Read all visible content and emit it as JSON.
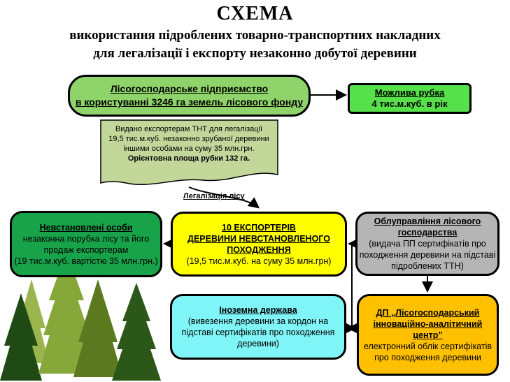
{
  "title": {
    "line1": "СХЕМА",
    "line2": "використання підроблених товарно-транспортних накладних",
    "line3": "для легалізації і експорту незаконно добутої деревини"
  },
  "enterprise": {
    "line1": "Лісогосподарське підприємство",
    "line2": "в користуванні 3246 га земель лісового фонду"
  },
  "logging": {
    "heading": "Можлива рубка",
    "value": "4 тис.м.куб. в рік"
  },
  "document": {
    "line1": "Видано експортерам ТНТ для легалізації",
    "line2": "19,5 тис.м.куб. незаконно зрубаної деревини",
    "line3": "іншими особами на суму 35 млн.грн.",
    "line4": "Орієнтовна площа рубки 132 га."
  },
  "legalization_label": "Легалізація лісу",
  "unknown": {
    "heading": "Невстановлені особи",
    "line1": "незаконна порубка лісу та його",
    "line2": "продаж експортерам",
    "line3": "(19 тис.м.куб. вартістю 35 млн.грн.)"
  },
  "exporters": {
    "heading1": "10 ЕКСПОРТЕРІВ",
    "heading2": "ДЕРЕВИНИ НЕВСТАНОВЛЕНОГО",
    "heading3": "ПОХОДЖЕННЯ",
    "value": "(19,5 тис.м.куб. на суму 35 млн.грн)"
  },
  "forestry": {
    "heading1": "Облуправління лісового",
    "heading2": "господарства",
    "line1": "(видача ПП сертифікатів про",
    "line2": "походження деревини на підставі",
    "line3": "підроблених ТТН)"
  },
  "foreign": {
    "heading": "Іноземна держава",
    "line1": "(вивезення деревини за кордон на",
    "line2": "підставі сертифікатів про походження",
    "line3": "деревини)"
  },
  "dp": {
    "heading1": "ДП „Лісогосподарський",
    "heading2": "інноваційно-аналітичний",
    "heading3": "центр”",
    "line1": "електронний облік сертифікатів",
    "line2": "про походження деревини"
  },
  "colors": {
    "enterprise": "#8fd46a",
    "logging": "#56e049",
    "document": "#c4d79b",
    "unknown": "#18a24a",
    "exporters": "#ffff00",
    "forestry": "#b5b5b5",
    "foreign": "#80f5f7",
    "dp": "#ffc000",
    "trees": "#6e8f2a"
  }
}
